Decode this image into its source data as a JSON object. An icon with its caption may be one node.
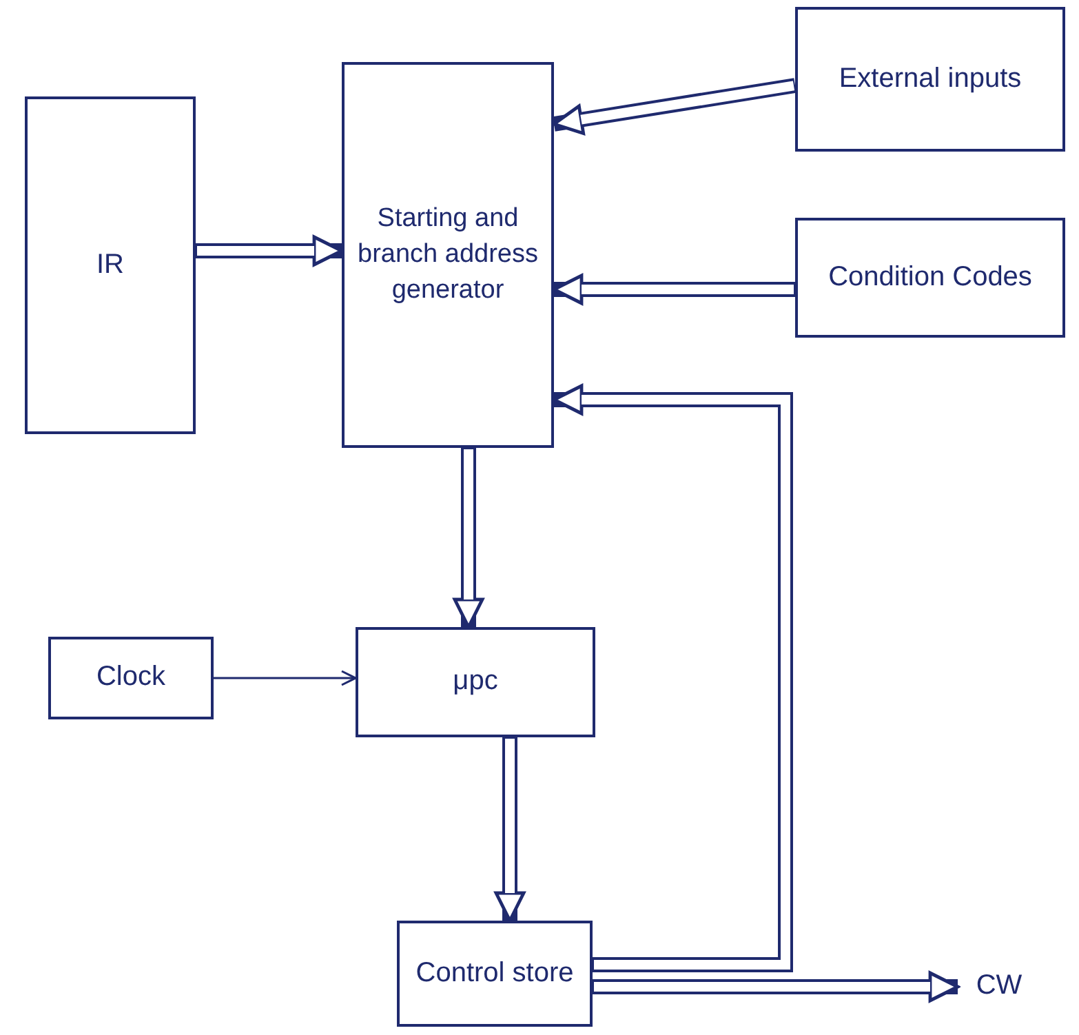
{
  "diagram": {
    "nodes": [
      {
        "text": [
          "IR"
        ]
      },
      {
        "text": [
          "Starting and branch address generator"
        ]
      },
      {
        "text": [
          "External inputs"
        ]
      },
      {
        "text": [
          "Condition Codes"
        ]
      },
      {
        "text": [
          "μpc"
        ]
      },
      {
        "text": [
          "Clock"
        ]
      },
      {
        "text": [
          "Control store"
        ]
      },
      {
        "text": [
          "CW"
        ]
      }
    ],
    "edges": [
      {
        "from": 0,
        "to": 1,
        "arrow": "to"
      },
      {
        "from": 2,
        "to": 1,
        "arrow": "to"
      },
      {
        "from": 3,
        "to": 1,
        "arrow": "to"
      },
      {
        "from": 6,
        "to": 1,
        "arrow": "to"
      },
      {
        "from": 1,
        "to": 4,
        "arrow": "to"
      },
      {
        "from": 5,
        "to": 4,
        "arrow": "to"
      },
      {
        "from": 4,
        "to": 6,
        "arrow": "to"
      },
      {
        "from": 6,
        "to": 7,
        "arrow": "to"
      }
    ]
  }
}
